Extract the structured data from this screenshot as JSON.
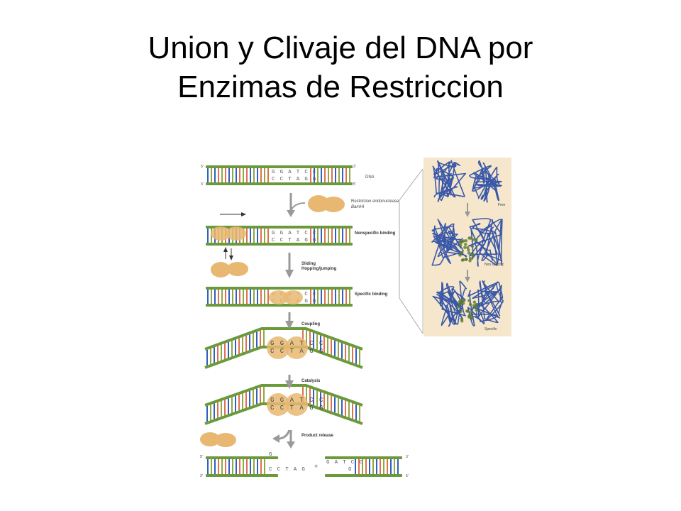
{
  "title": {
    "line1": "Union y Clivaje del DNA por",
    "line2": "Enzimas de Restriccion"
  },
  "figure": {
    "dna_label": "DNA",
    "strand_end_5": "5'",
    "strand_end_3": "3'",
    "enzyme_label": "Restriction endonuclease",
    "enzyme_name": "BamHI",
    "sequence_top": "G G A T C C",
    "sequence_bottom": "C C T A G G",
    "product_left_top": "G",
    "product_left_bottom": "C C T A G",
    "product_right_top": "G A T C C",
    "product_right_bottom": "G",
    "plus_sign": "+",
    "steps": [
      {
        "label": "Nonspecific binding"
      },
      {
        "label": "Sliding"
      },
      {
        "label": "Hopping/jumping"
      },
      {
        "label": "Specific binding"
      },
      {
        "label": "Coupling"
      },
      {
        "label": "Catalysis"
      },
      {
        "label": "Product release"
      }
    ],
    "structure_panel": {
      "states": [
        {
          "label": "Free"
        },
        {
          "label": "Non specific"
        },
        {
          "label": "Specific"
        }
      ]
    },
    "colors": {
      "backbone": "#6a9a3a",
      "base_a": "#e07050",
      "base_b": "#3060c0",
      "base_c": "#90a840",
      "enzyme": "#e8b872",
      "panel_bg": "#f5e6cc",
      "protein": "#3a58a8"
    }
  }
}
